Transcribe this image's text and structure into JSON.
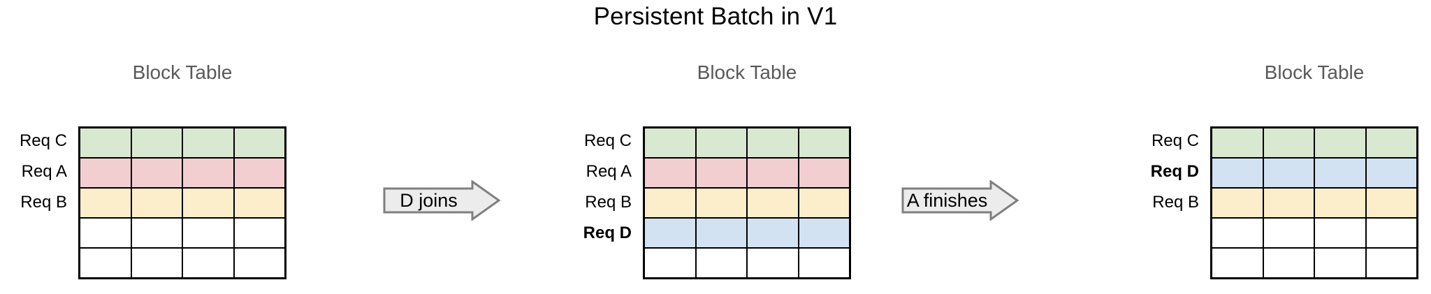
{
  "title": "Persistent Batch in V1",
  "colors": {
    "green": "#d9e8d0",
    "pink": "#f2ced0",
    "yellow": "#fceecb",
    "blue": "#d2e2f2",
    "empty": "#ffffff",
    "grid_line": "#000000",
    "panel_title": "#595959",
    "arrow_fill": "#ececec",
    "arrow_stroke": "#7f7f7f"
  },
  "panels": [
    {
      "title": "Block Table",
      "columns": 4,
      "rows": [
        {
          "label": "Req C",
          "color": "green",
          "bold": false,
          "empty": false
        },
        {
          "label": "Req A",
          "color": "pink",
          "bold": false,
          "empty": false
        },
        {
          "label": "Req B",
          "color": "yellow",
          "bold": false,
          "empty": false
        },
        {
          "label": "",
          "color": "empty",
          "bold": false,
          "empty": true
        },
        {
          "label": "",
          "color": "empty",
          "bold": false,
          "empty": true
        }
      ]
    },
    {
      "title": "Block Table",
      "columns": 4,
      "rows": [
        {
          "label": "Req C",
          "color": "green",
          "bold": false,
          "empty": false
        },
        {
          "label": "Req A",
          "color": "pink",
          "bold": false,
          "empty": false
        },
        {
          "label": "Req B",
          "color": "yellow",
          "bold": false,
          "empty": false
        },
        {
          "label": "Req D",
          "color": "blue",
          "bold": true,
          "empty": false
        },
        {
          "label": "",
          "color": "empty",
          "bold": false,
          "empty": true
        }
      ]
    },
    {
      "title": "Block Table",
      "columns": 4,
      "rows": [
        {
          "label": "Req C",
          "color": "green",
          "bold": false,
          "empty": false
        },
        {
          "label": "Req D",
          "color": "blue",
          "bold": true,
          "empty": false
        },
        {
          "label": "Req B",
          "color": "yellow",
          "bold": false,
          "empty": false
        },
        {
          "label": "",
          "color": "empty",
          "bold": false,
          "empty": true
        },
        {
          "label": "",
          "color": "empty",
          "bold": false,
          "empty": true
        }
      ]
    }
  ],
  "arrows": [
    {
      "label": "D joins"
    },
    {
      "label": "A finishes"
    }
  ]
}
